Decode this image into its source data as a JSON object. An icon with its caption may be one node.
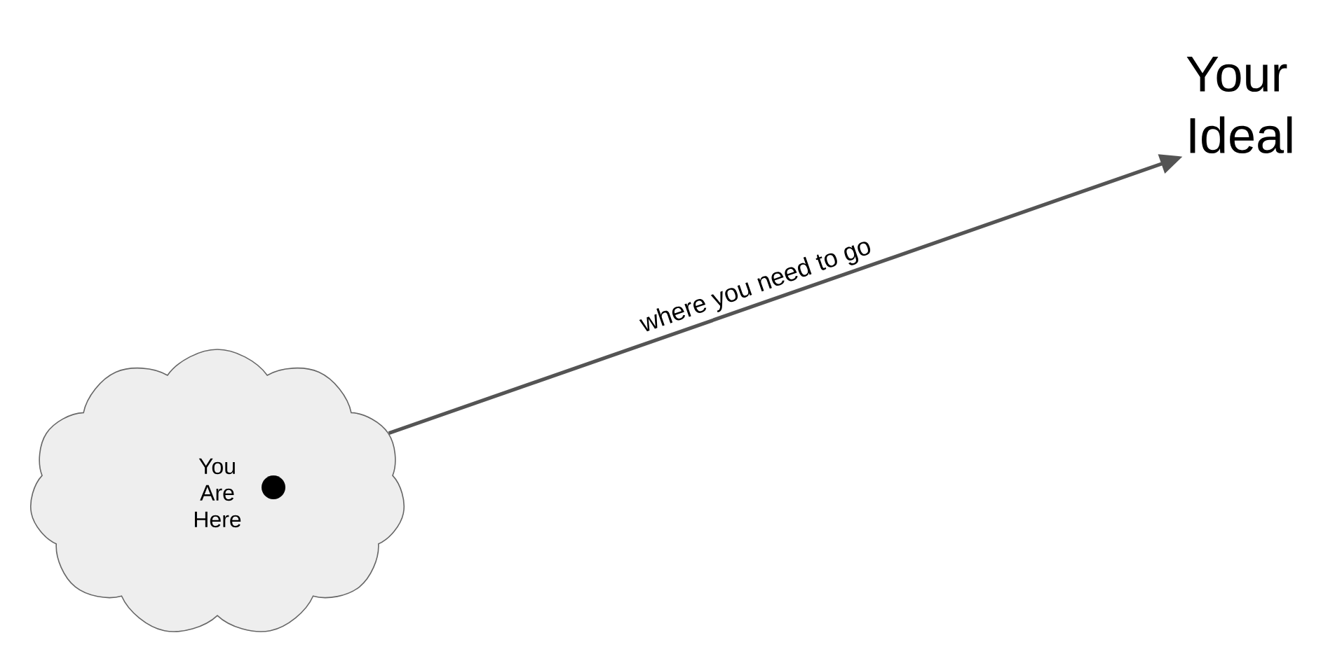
{
  "diagram": {
    "nodes": [
      {
        "text": [
          "You Are Here"
        ]
      },
      {
        "text": [
          "Your Ideal"
        ]
      }
    ],
    "edges": [
      {
        "from": 0,
        "to": 1,
        "arrow": "to",
        "label": "where you need to go"
      }
    ]
  }
}
